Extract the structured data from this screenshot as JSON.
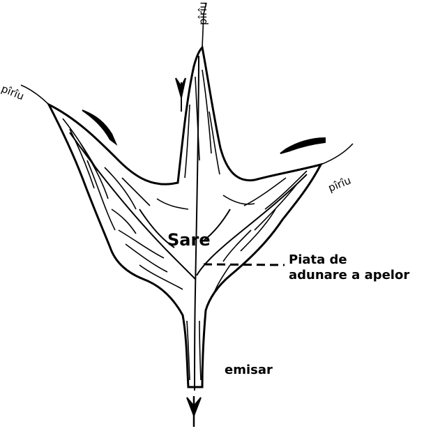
{
  "labels": {
    "stream_top": "pîrîu",
    "stream_left": "pîrîu",
    "stream_right": "pîrîu",
    "center": "Sare",
    "basin_line1": "Piata de",
    "basin_line2": "adunare a apelor",
    "outlet": "emisar"
  },
  "colors": {
    "ink": "#000000",
    "paper": "#ffffff"
  }
}
